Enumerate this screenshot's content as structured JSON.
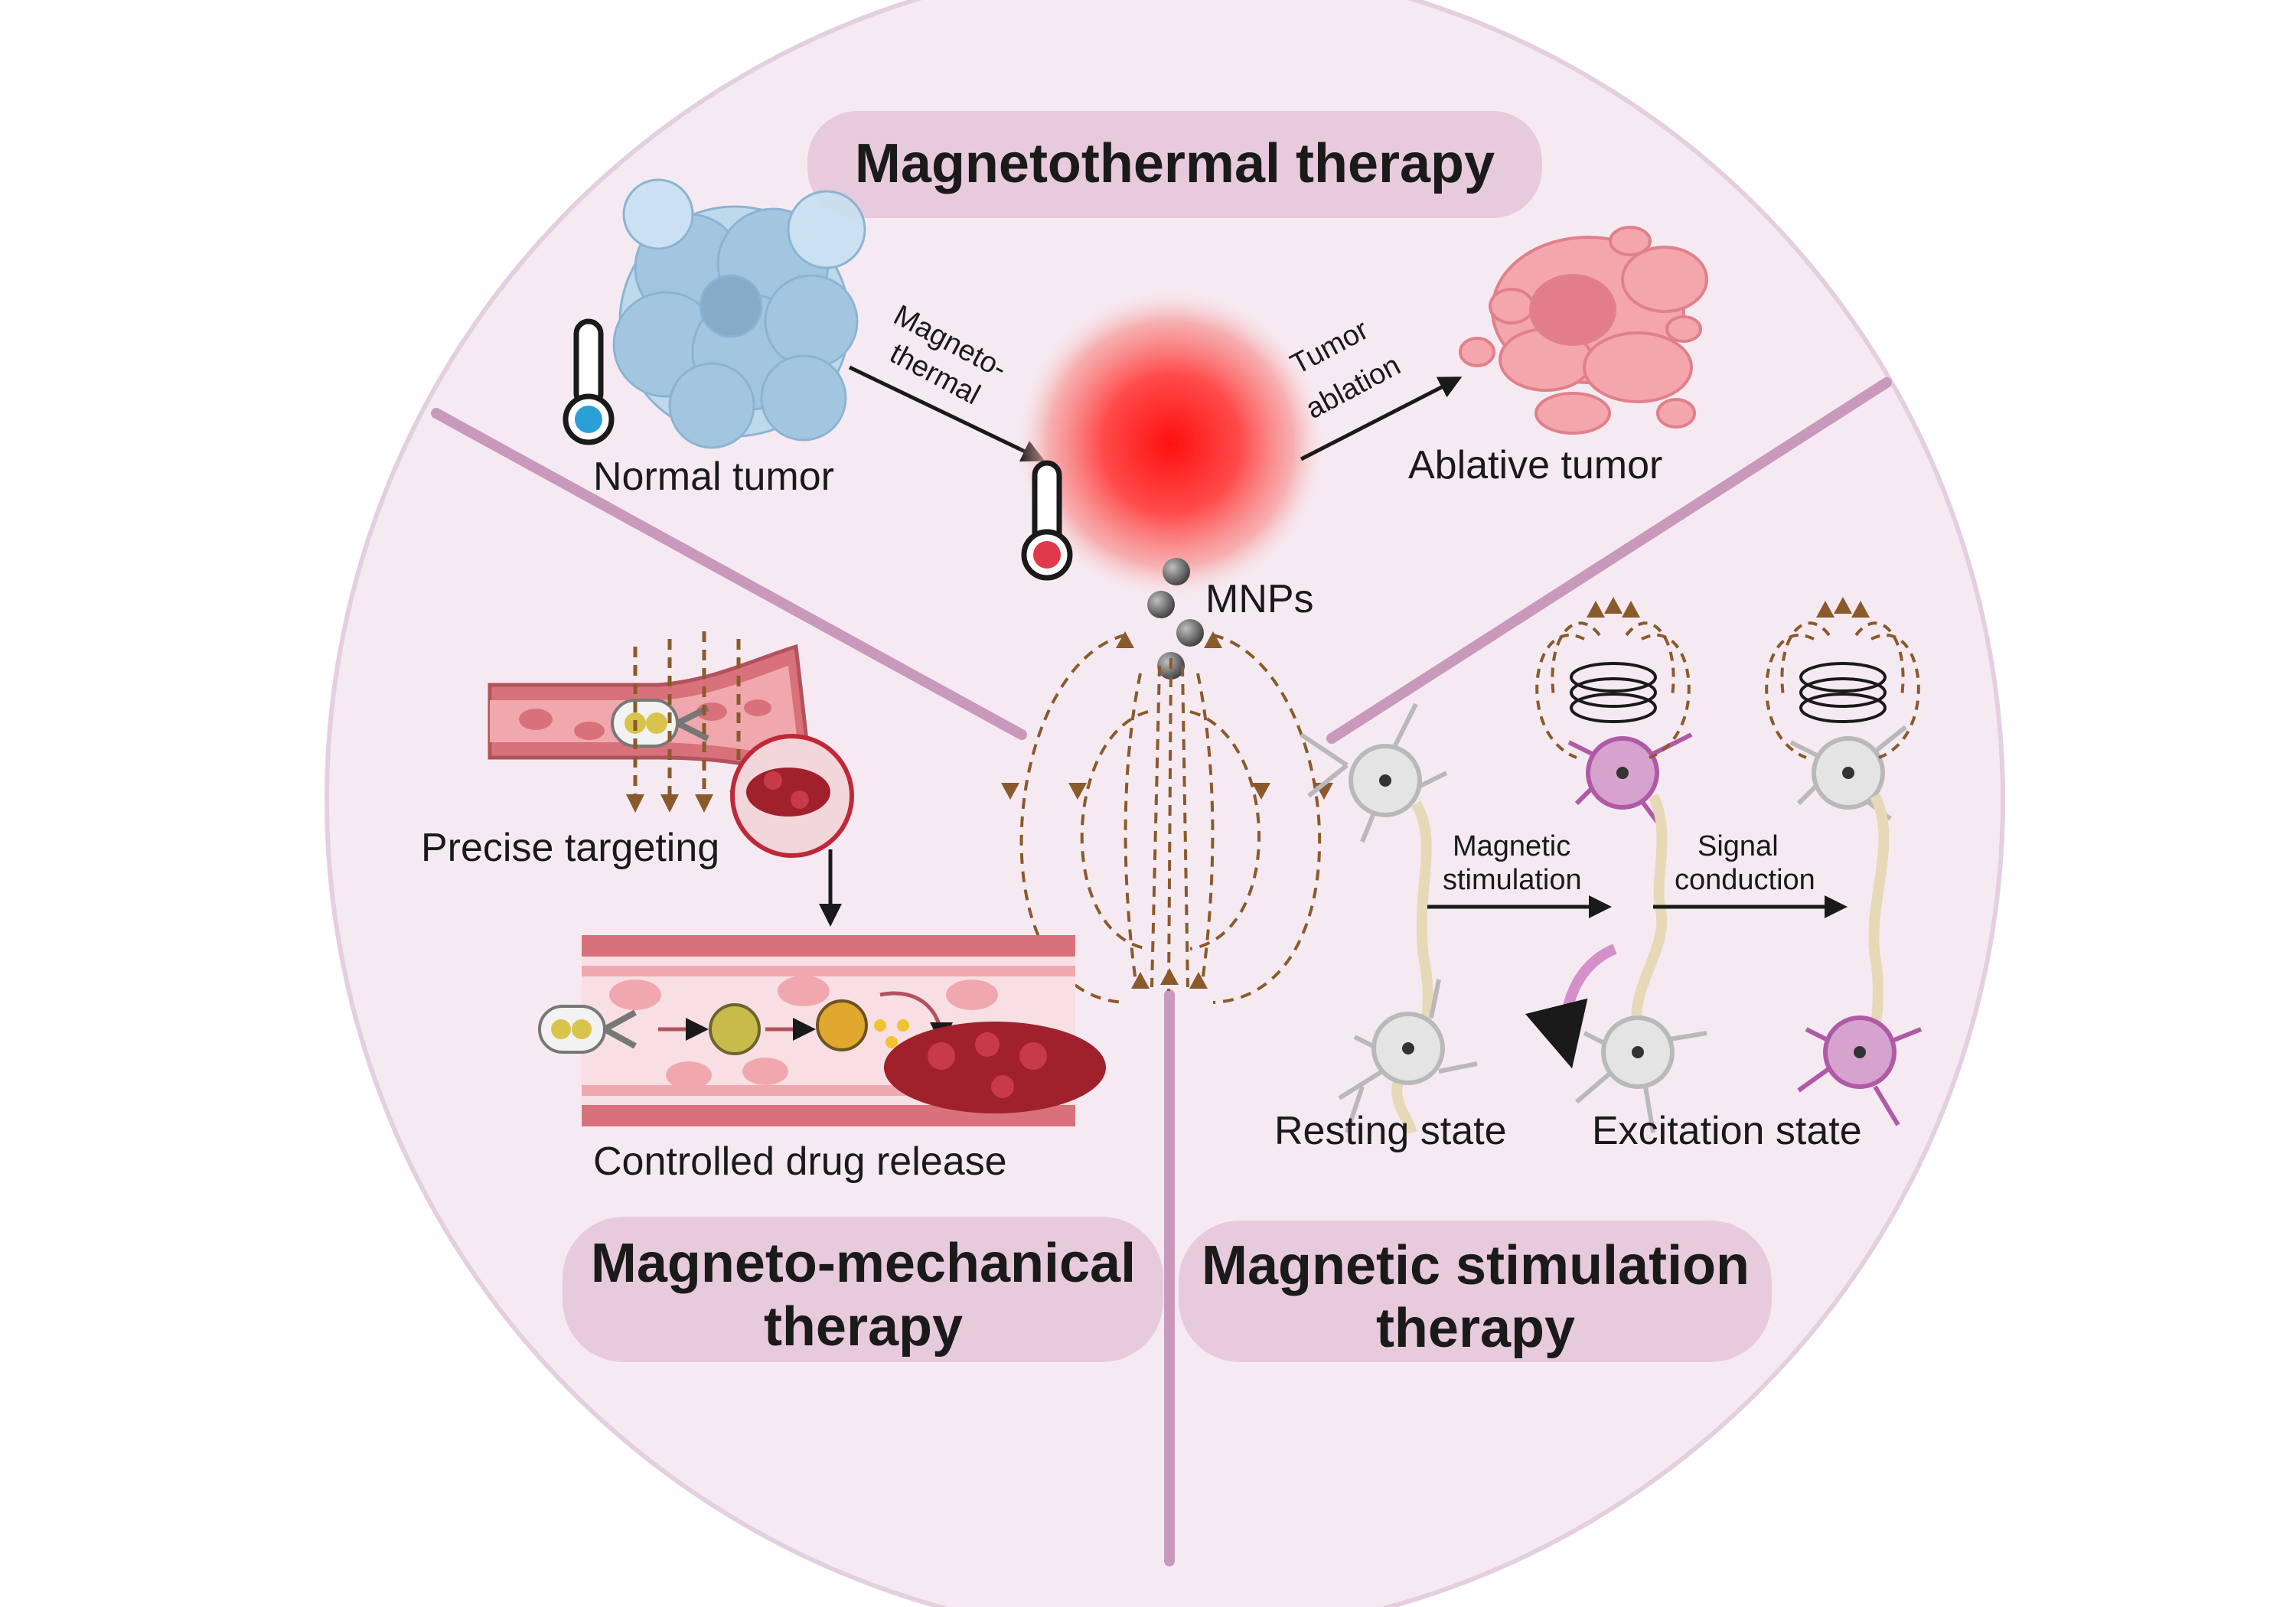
{
  "sections": {
    "magnetothermal": {
      "title": "Magnetothermal therapy",
      "normal_tumor": "Normal tumor",
      "arrow1_line1": "Magneto-",
      "arrow1_line2": "thermal",
      "arrow2_line1": "Tumor",
      "arrow2_line2": "ablation",
      "ablative_tumor": "Ablative tumor",
      "mnps": "MNPs"
    },
    "mechanical": {
      "title_line1": "Magneto-mechanical",
      "title_line2": "therapy",
      "precise_targeting": "Precise targeting",
      "controlled_release": "Controlled drug release"
    },
    "stimulation": {
      "title_line1": "Magnetic stimulation",
      "title_line2": "therapy",
      "arrow1_line1": "Magnetic",
      "arrow1_line2": "stimulation",
      "arrow2_line1": "Signal",
      "arrow2_line2": "conduction",
      "resting_state": "Resting state",
      "excitation_state": "Excitation state"
    }
  },
  "colors": {
    "background_disc": "#f6eaf2",
    "divider": "#c999bc",
    "title_pill": "#e7cbdc",
    "field_line": "#8a5a2b",
    "tumor_normal": "#9fc5e0",
    "tumor_heated": "#ff2020",
    "tumor_ablated": "#f4a6ad",
    "vessel": "#d9717a",
    "neuron_grey": "#b9b9b9",
    "neuron_purple": "#b05aa7"
  }
}
